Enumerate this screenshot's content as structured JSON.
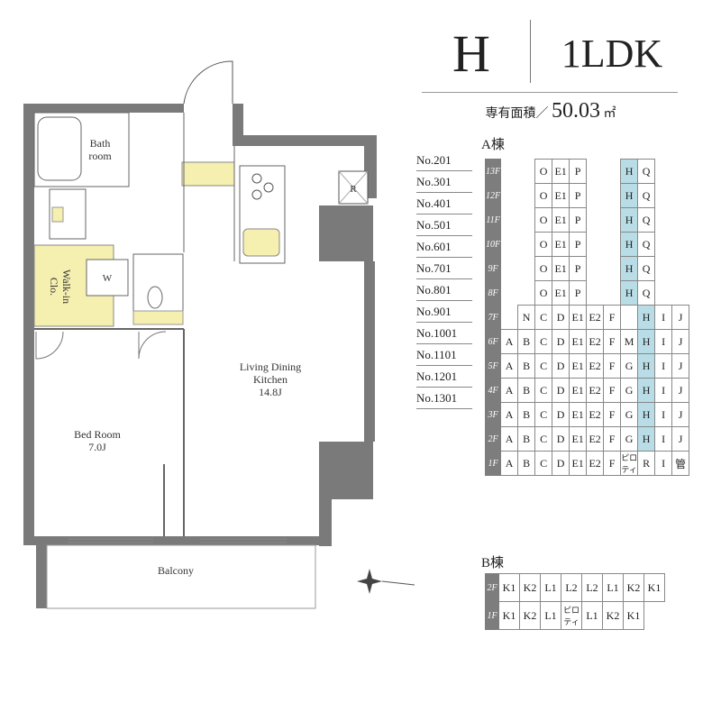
{
  "header": {
    "type": "H",
    "layout": "1LDK",
    "area_label": "専有面積／",
    "area_value": "50.03",
    "area_unit": "㎡"
  },
  "plan": {
    "rooms": {
      "bath": "Bath",
      "bath2": "room",
      "walkin": "Walk-in",
      "walkin2": "Clo.",
      "w_mark": "W",
      "r_mark": "R",
      "ldk": "Living Dining",
      "ldk2": "Kitchen",
      "ldk3": "14.8J",
      "bed": "Bed Room",
      "bed2": "7.0J",
      "balcony": "Balcony"
    },
    "compass": "N"
  },
  "units": [
    "No.201",
    "No.301",
    "No.401",
    "No.501",
    "No.601",
    "No.701",
    "No.801",
    "No.901",
    "No.1001",
    "No.1101",
    "No.1201",
    "No.1301"
  ],
  "building_a": {
    "title": "A棟",
    "rows": [
      {
        "floor": "13F",
        "cells": [
          "",
          "",
          "O",
          "E1",
          "P",
          "",
          "",
          "H",
          "Q",
          ""
        ]
      },
      {
        "floor": "12F",
        "cells": [
          "",
          "",
          "O",
          "E1",
          "P",
          "",
          "",
          "H",
          "Q",
          ""
        ]
      },
      {
        "floor": "11F",
        "cells": [
          "",
          "",
          "O",
          "E1",
          "P",
          "",
          "",
          "H",
          "Q",
          ""
        ]
      },
      {
        "floor": "10F",
        "cells": [
          "",
          "",
          "O",
          "E1",
          "P",
          "",
          "",
          "H",
          "Q",
          ""
        ]
      },
      {
        "floor": "9F",
        "cells": [
          "",
          "",
          "O",
          "E1",
          "P",
          "",
          "",
          "H",
          "Q",
          ""
        ]
      },
      {
        "floor": "8F",
        "cells": [
          "",
          "",
          "O",
          "E1",
          "P",
          "",
          "",
          "H",
          "Q",
          ""
        ]
      },
      {
        "floor": "7F",
        "cells": [
          "",
          "N",
          "C",
          "D",
          "E1",
          "E2",
          "F",
          "",
          "H",
          "I",
          "J"
        ]
      },
      {
        "floor": "6F",
        "cells": [
          "A",
          "B",
          "C",
          "D",
          "E1",
          "E2",
          "F",
          "M",
          "H",
          "I",
          "J"
        ]
      },
      {
        "floor": "5F",
        "cells": [
          "A",
          "B",
          "C",
          "D",
          "E1",
          "E2",
          "F",
          "G",
          "H",
          "I",
          "J"
        ]
      },
      {
        "floor": "4F",
        "cells": [
          "A",
          "B",
          "C",
          "D",
          "E1",
          "E2",
          "F",
          "G",
          "H",
          "I",
          "J"
        ]
      },
      {
        "floor": "3F",
        "cells": [
          "A",
          "B",
          "C",
          "D",
          "E1",
          "E2",
          "F",
          "G",
          "H",
          "I",
          "J"
        ]
      },
      {
        "floor": "2F",
        "cells": [
          "A",
          "B",
          "C",
          "D",
          "E1",
          "E2",
          "F",
          "G",
          "H",
          "I",
          "J"
        ]
      },
      {
        "floor": "1F",
        "cells": [
          "A",
          "B",
          "C",
          "D",
          "E1",
          "E2",
          "F",
          "ピロティ",
          "R",
          "I",
          "管"
        ]
      }
    ]
  },
  "building_b": {
    "title": "B棟",
    "rows": [
      {
        "floor": "2F",
        "cells": [
          "K1",
          "K2",
          "L1",
          "L2",
          "L2",
          "L1",
          "K2",
          "K1"
        ]
      },
      {
        "floor": "1F",
        "cells": [
          "K1",
          "K2",
          "L1",
          "ピロティ",
          "L1",
          "K2",
          "K1"
        ]
      }
    ]
  },
  "colors": {
    "highlight": "#b9dde6",
    "closet": "#f5efb0",
    "wall": "#7a7a7a",
    "floor_tag": "#7d7d7d"
  }
}
